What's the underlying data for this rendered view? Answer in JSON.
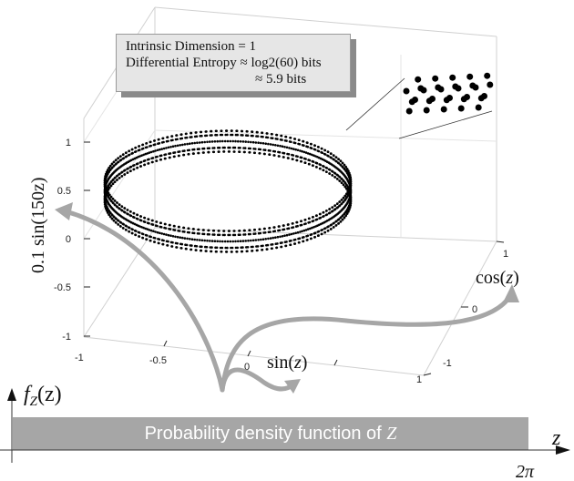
{
  "info_box": {
    "line1": "Intrinsic Dimension = 1",
    "line2": "Differential Entropy ≈ log2(60) bits",
    "line3": "≈ 5.9 bits"
  },
  "axes": {
    "vertical_label": "0.1 sin(150z)",
    "sin_label_fn": "sin(",
    "sin_label_var": "z",
    "cos_label_fn": "cos(",
    "cos_label_var": "z",
    "close_paren": ")",
    "vertical_ticks": [
      "1",
      "0.5",
      "0",
      "-0.5",
      "-1"
    ],
    "sin_ticks": [
      "-1",
      "-0.5",
      "0",
      "1"
    ],
    "cos_ticks": [
      "1",
      "0",
      "-1"
    ]
  },
  "pdf": {
    "label": "Probability density function of ",
    "label_var": "Z",
    "y_label_f": "f",
    "y_label_sub": "Z",
    "y_label_arg": "(z)",
    "x_label": "z",
    "x_end": "2π"
  },
  "colors": {
    "ring": "#000000",
    "arrow": "#a6a6a6",
    "pdf_bar": "#a6a6a6",
    "box": "#e6e6e6"
  }
}
